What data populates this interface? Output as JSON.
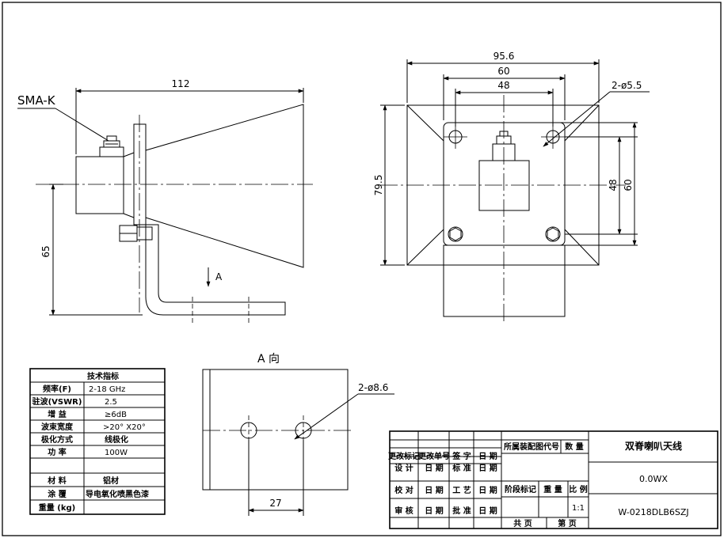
{
  "side_view": {
    "connector_label": "SMA-K",
    "dim_length": "112",
    "dim_height": "65",
    "view_marker": "A"
  },
  "front_view": {
    "dim_outer_width": "95.6",
    "dim_hole_pitch": "60",
    "dim_box_width": "48",
    "dim_holes": "2-ø5.5",
    "dim_outer_height": "79.5",
    "dim_box_height": "48",
    "dim_hole_pitch_v": "60"
  },
  "view_a": {
    "title": "A 向",
    "dim_holes": "2-ø8.6",
    "dim_spacing": "27"
  },
  "spec_table": {
    "title": "技术指标",
    "rows": [
      {
        "label": "频率(F)",
        "value": "2-18 GHz"
      },
      {
        "label": "驻波(VSWR)",
        "value": "2.5"
      },
      {
        "label": "增 益",
        "value": "≥6dB"
      },
      {
        "label": "波束宽度",
        "value": ">20° X20°"
      },
      {
        "label": "极化方式",
        "value": "线极化"
      },
      {
        "label": "功 率",
        "value": "100W"
      },
      {
        "label": "",
        "value": ""
      },
      {
        "label": "材 料",
        "value": "铝材"
      },
      {
        "label": "涂 覆",
        "value": "导电氧化喷黑色漆"
      },
      {
        "label": "重量 (kg)",
        "value": ""
      }
    ]
  },
  "title_block": {
    "rev_headers": [
      "更改标记",
      "更改单号",
      "签 字",
      "日 期"
    ],
    "row_design": [
      "设 计",
      "日 期",
      "标 准",
      "日 期"
    ],
    "row_check": [
      "校 对",
      "日 期",
      "工 艺",
      "日 期"
    ],
    "row_review": [
      "审 核",
      "日 期",
      "批 准",
      "日 期"
    ],
    "assembly_label": "所属装配图代号",
    "quantity_label": "数 量",
    "stage_label": "阶段标记",
    "weight_label": "重 量",
    "scale_label": "比 例",
    "scale_value": "1:1",
    "sheets_total": "共 页",
    "sheet_no": "第 页",
    "part_name": "双脊喇叭天线",
    "material": "0.0WX",
    "drawing_no": "W-0218DLB6SZJ"
  }
}
